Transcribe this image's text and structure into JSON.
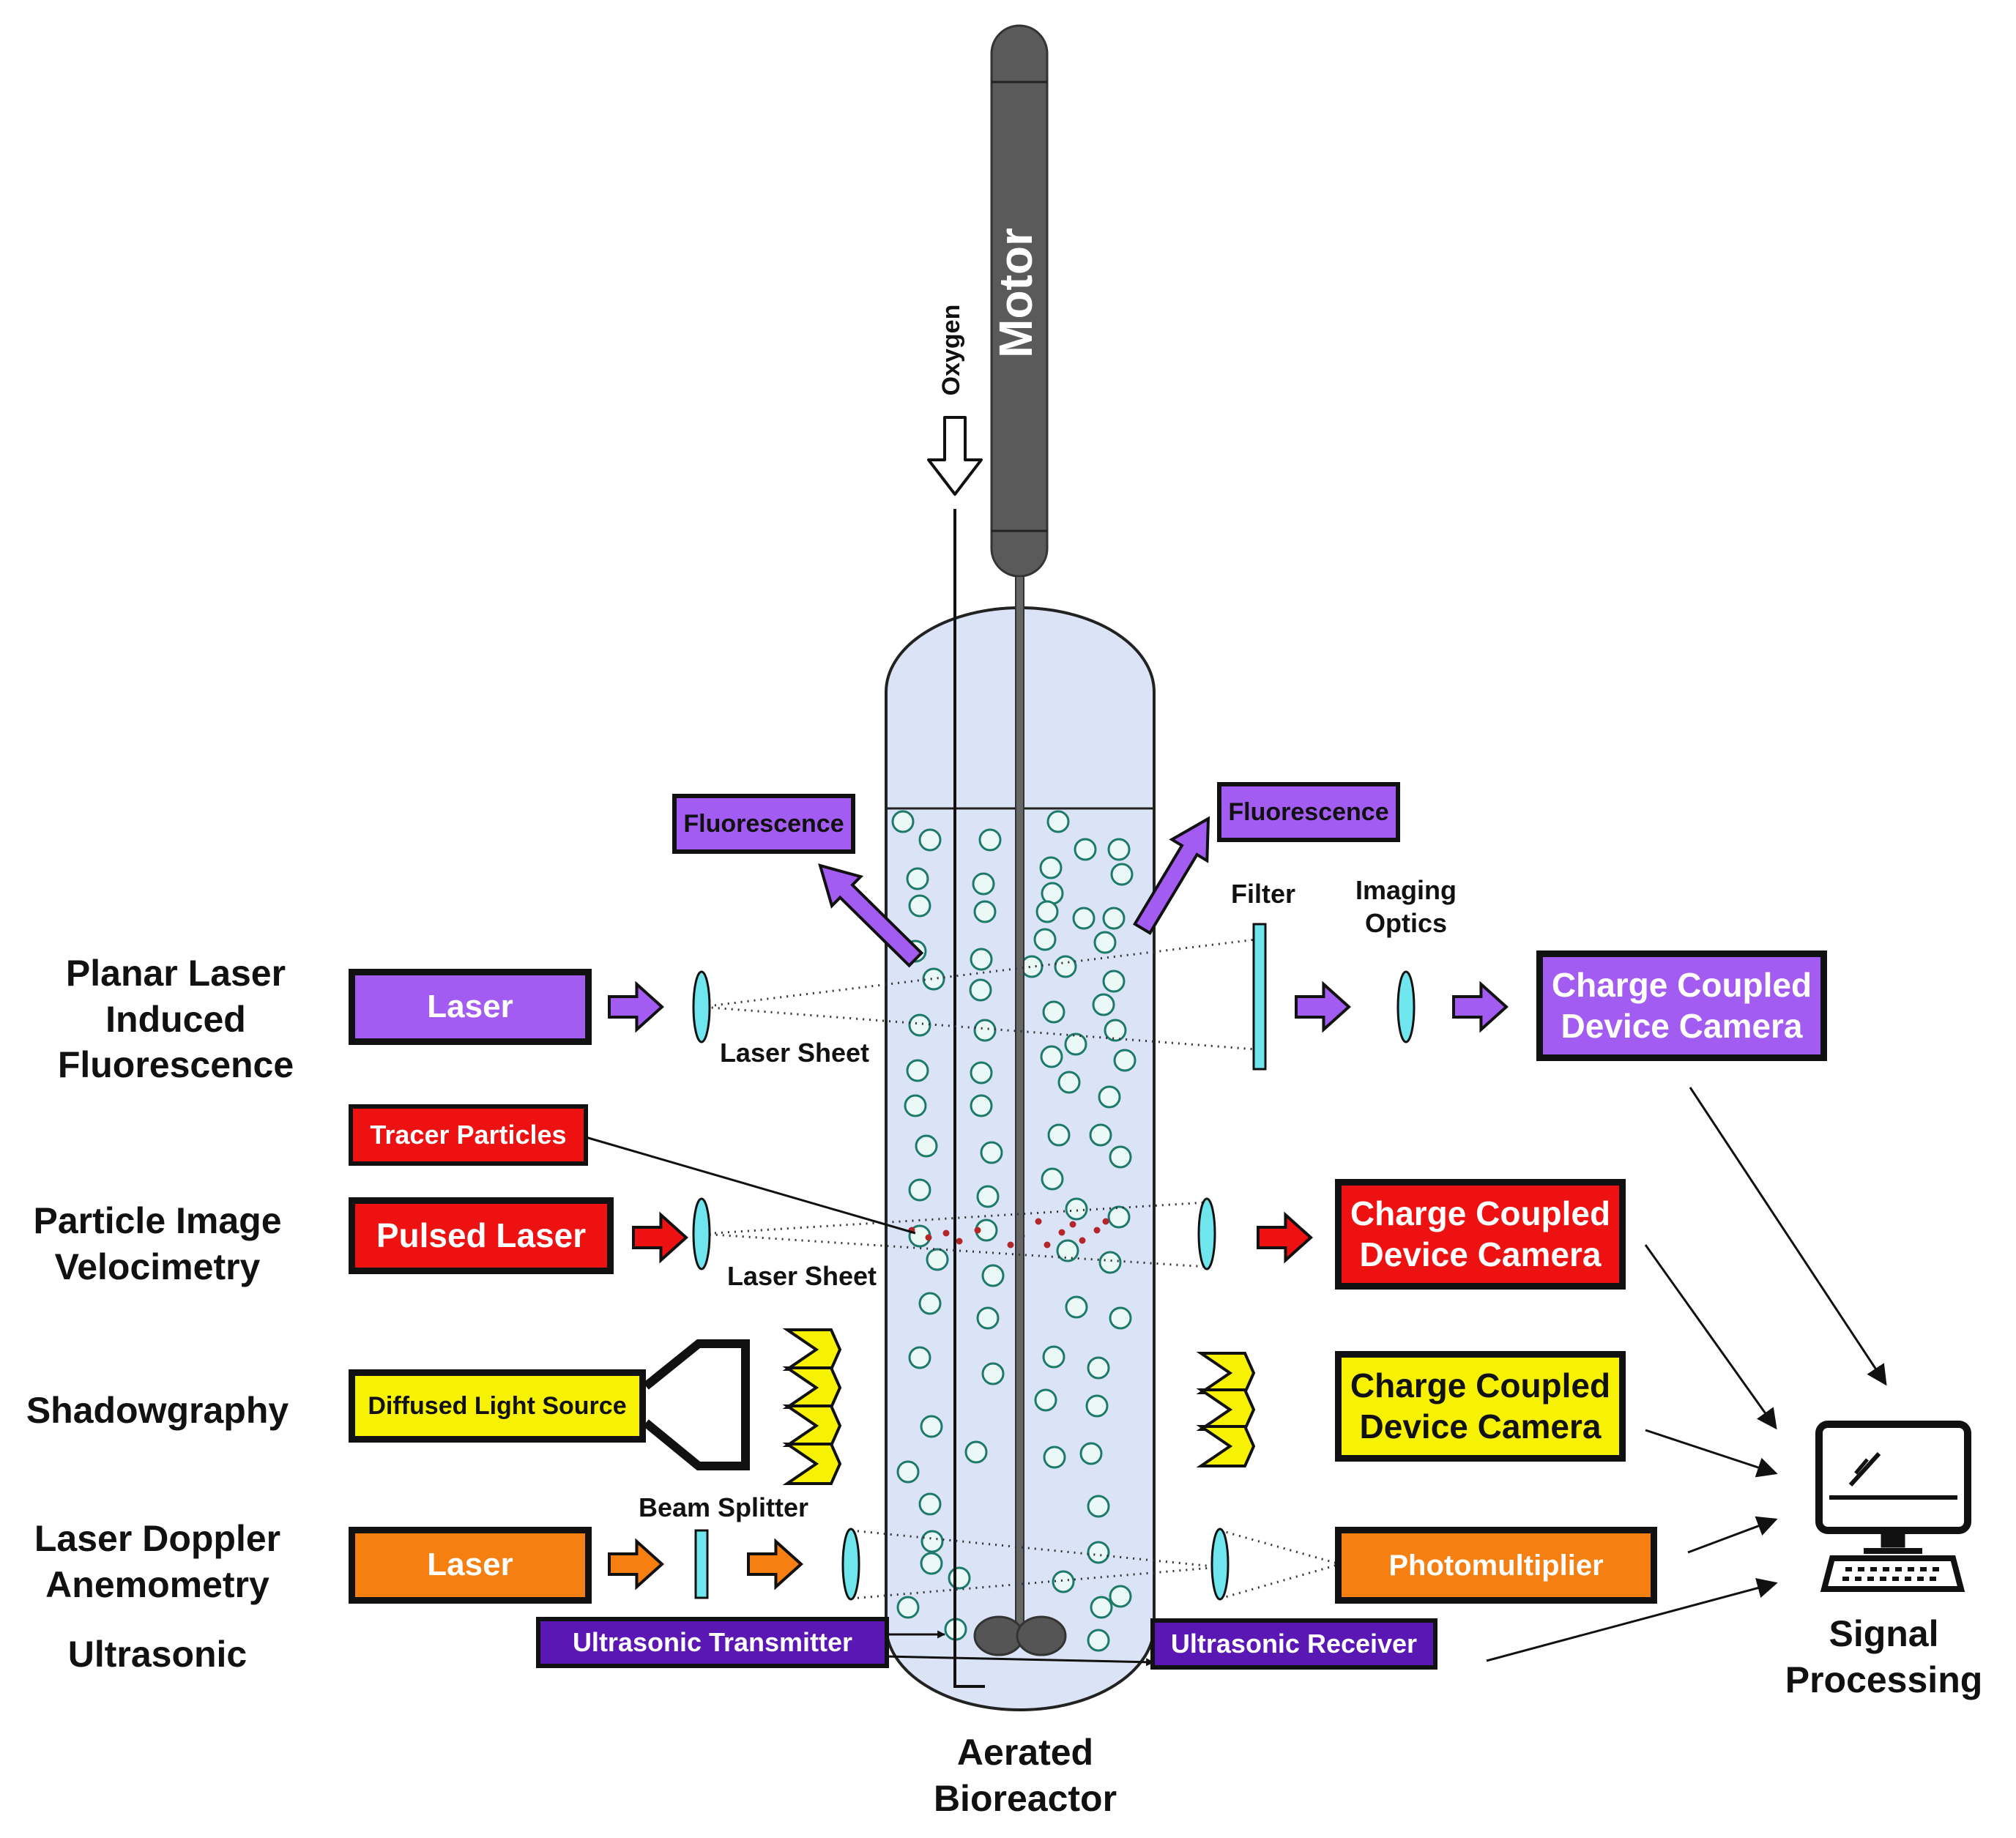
{
  "labels": {
    "motor": "Motor",
    "oxygen": "Oxygen",
    "bioreactor_line1": "Aerated",
    "bioreactor_line2": "Bioreactor",
    "signal_line1": "Signal",
    "signal_line2": "Processing",
    "laser_sheet": "Laser Sheet",
    "filter": "Filter",
    "imaging_optics_line1": "Imaging",
    "imaging_optics_line2": "Optics",
    "beam_splitter": "Beam Splitter"
  },
  "techniques": {
    "plif": [
      "Planar Laser",
      "Induced",
      "Fluorescence"
    ],
    "piv": [
      "Particle Image",
      "Velocimetry"
    ],
    "shadow": "Shadowgraphy",
    "lda": [
      "Laser Doppler",
      "Anemometry"
    ],
    "ultra": "Ultrasonic"
  },
  "boxes": {
    "plif_laser": "Laser",
    "plif_camera": [
      "Charge Coupled",
      "Device Camera"
    ],
    "fluorescence_left": "Fluorescence",
    "fluorescence_right": "Fluorescence",
    "tracer_particles": "Tracer Particles",
    "pulsed_laser": "Pulsed Laser",
    "piv_camera": [
      "Charge Coupled",
      "Device Camera"
    ],
    "light_source": "Diffused Light Source",
    "shadow_camera": [
      "Charge Coupled",
      "Device Camera"
    ],
    "lda_laser": "Laser",
    "photomultiplier": "Photomultiplier",
    "us_transmitter": "Ultrasonic Transmitter",
    "us_receiver": "Ultrasonic Receiver"
  },
  "colors": {
    "plif": "#a35cf2",
    "piv": "#ee1111",
    "shadowgraphy": "#f7f203",
    "lda": "#f57f10",
    "ultrasonic": "#5a17b3",
    "liquid": "#dbe4f6",
    "bubble_fill": "#eaf9f6",
    "bubble_stroke": "#1d7a6a",
    "lens": "#6fe6ee",
    "motor": "#555555",
    "tracer": "#b3262a"
  },
  "icons": [
    "computer-icon"
  ]
}
